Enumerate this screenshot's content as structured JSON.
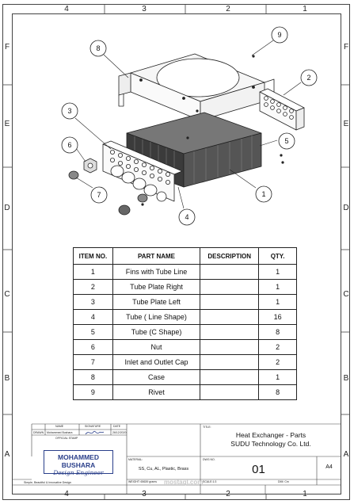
{
  "zones": {
    "columns_top": [
      "4",
      "3",
      "2",
      "1"
    ],
    "columns_bottom": [
      "4",
      "3",
      "2",
      "1"
    ],
    "rows_left": [
      "F",
      "E",
      "D",
      "C",
      "B",
      "A"
    ],
    "rows_right": [
      "F",
      "E",
      "D",
      "C",
      "B",
      "A"
    ]
  },
  "callouts": [
    "1",
    "2",
    "3",
    "4",
    "5",
    "6",
    "7",
    "8",
    "9"
  ],
  "bom": {
    "headers": [
      "ITEM NO.",
      "PART NAME",
      "DESCRIPTION",
      "QTY."
    ],
    "rows": [
      {
        "item": "1",
        "name": "Fins with Tube Line",
        "desc": "",
        "qty": "1"
      },
      {
        "item": "2",
        "name": "Tube Plate Right",
        "desc": "",
        "qty": "1"
      },
      {
        "item": "3",
        "name": "Tube Plate Left",
        "desc": "",
        "qty": "1"
      },
      {
        "item": "4",
        "name": "Tube ( Line Shape)",
        "desc": "",
        "qty": "16"
      },
      {
        "item": "5",
        "name": "Tube (C Shape)",
        "desc": "",
        "qty": "8"
      },
      {
        "item": "6",
        "name": "Nut",
        "desc": "",
        "qty": "2"
      },
      {
        "item": "7",
        "name": "Inlet and Outlet Cap",
        "desc": "",
        "qty": "2"
      },
      {
        "item": "8",
        "name": "Case",
        "desc": "",
        "qty": "1"
      },
      {
        "item": "9",
        "name": "Rivet",
        "desc": "",
        "qty": "8"
      }
    ]
  },
  "title_block": {
    "name_label": "NAME",
    "signature_label": "SIGNATURE",
    "date_label": "DATE",
    "drawn_label": "DRAWN",
    "drawn_name": "Mohammed Bushara",
    "drawn_date": "26/12/2020",
    "official_stamp": "OFFICIAL STAMP",
    "stamp_name": "MOHAMMED BUSHARA",
    "stamp_role": "Design Engineer",
    "motto": "Simple, Beautiful & Innovative Design",
    "title_label": "TITLE:",
    "title_line1": "Heat Exchanger - Parts",
    "title_line2": "SUDU Technology Co. Ltd.",
    "material_label": "MATERIAL:",
    "material_value": "SS, Cu, AL, Plastic, Brass",
    "dwg_label": "DWG NO.",
    "dwg_value": "01",
    "size": "A4",
    "weight_label": "WEIGHT: 65639 grams",
    "scale_label": "SCALE:1:3",
    "dim_label": "DIM: Cm"
  },
  "watermark": "mostaql.com"
}
